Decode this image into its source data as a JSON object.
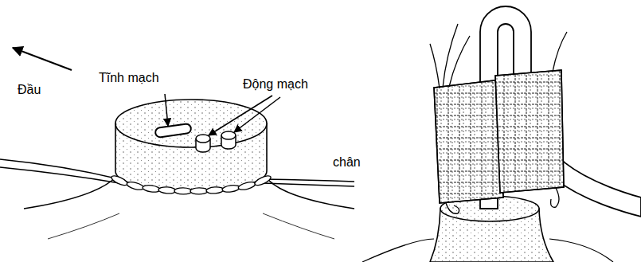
{
  "diagram": {
    "labels": [
      "Đầu",
      "Tĩnh mạch",
      "Động mạch",
      "chân"
    ]
  }
}
